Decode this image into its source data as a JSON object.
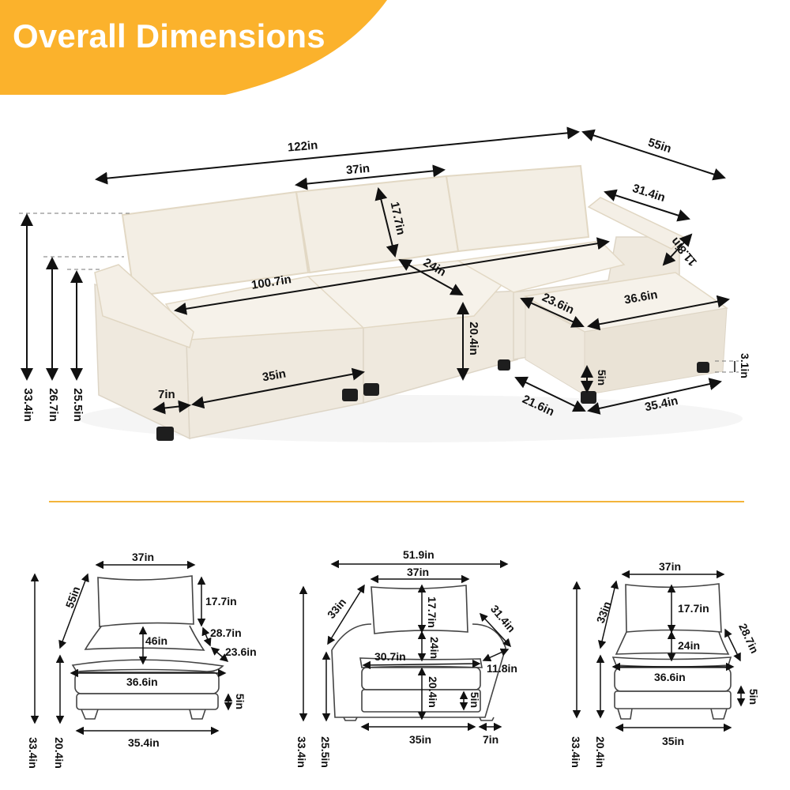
{
  "title": "Overall Dimensions",
  "colors": {
    "accent": "#FBB22C",
    "sofa_fabric": "#F3EEE4",
    "sofa_shadow": "#DDD5C6",
    "legs": "#1E1E1E",
    "line": "#111111"
  },
  "main_view": {
    "labels": {
      "total_length": "122in",
      "total_depth": "55in",
      "back_cushion_width": "37in",
      "back_cushion_height": "17.7in",
      "seat_depth": "24in",
      "seat_width_total": "100.7in",
      "arm_length": "31.4in",
      "arm_height": "11.8in",
      "ottoman_depth": "23.6in",
      "ottoman_width": "36.6in",
      "seat_height": "20.4in",
      "base_width": "35in",
      "arm_width": "7in",
      "ottoman_base_depth": "21.6in",
      "ottoman_base_width": "35.4in",
      "ottoman_base_height": "5in",
      "leg_height": "3.1in",
      "overall_height": "33.4in",
      "back_height": "26.7in",
      "arm_top_height": "25.5in"
    }
  },
  "modules": [
    {
      "name": "ottoman-module",
      "labels": {
        "width_top": "37in",
        "depth": "55in",
        "back_height": "17.7in",
        "inner_depth": "46in",
        "side_depth": "28.7in",
        "cushion_depth": "23.6in",
        "cushion_width": "36.6in",
        "base_height": "5in",
        "total_height": "33.4in",
        "seat_height": "20.4in",
        "base_width": "35.4in"
      }
    },
    {
      "name": "corner-arm-module",
      "labels": {
        "total_width": "51.9in",
        "width_top": "37in",
        "depth": "33in",
        "back_height": "17.7in",
        "seat_depth": "24in",
        "arm_length": "31.4in",
        "seat_width": "30.7in",
        "arm_height": "11.8in",
        "seat_height": "20.4in",
        "base_height": "5in",
        "total_height": "33.4in",
        "arm_top_height": "25.5in",
        "base_width": "35in",
        "arm_width": "7in"
      }
    },
    {
      "name": "armless-module",
      "labels": {
        "width_top": "37in",
        "depth": "33in",
        "back_height": "17.7in",
        "seat_depth": "24in",
        "side_depth": "28.7in",
        "cushion_width": "36.6in",
        "base_height": "5in",
        "total_height": "33.4in",
        "seat_height": "20.4in",
        "base_width": "35in"
      }
    }
  ]
}
